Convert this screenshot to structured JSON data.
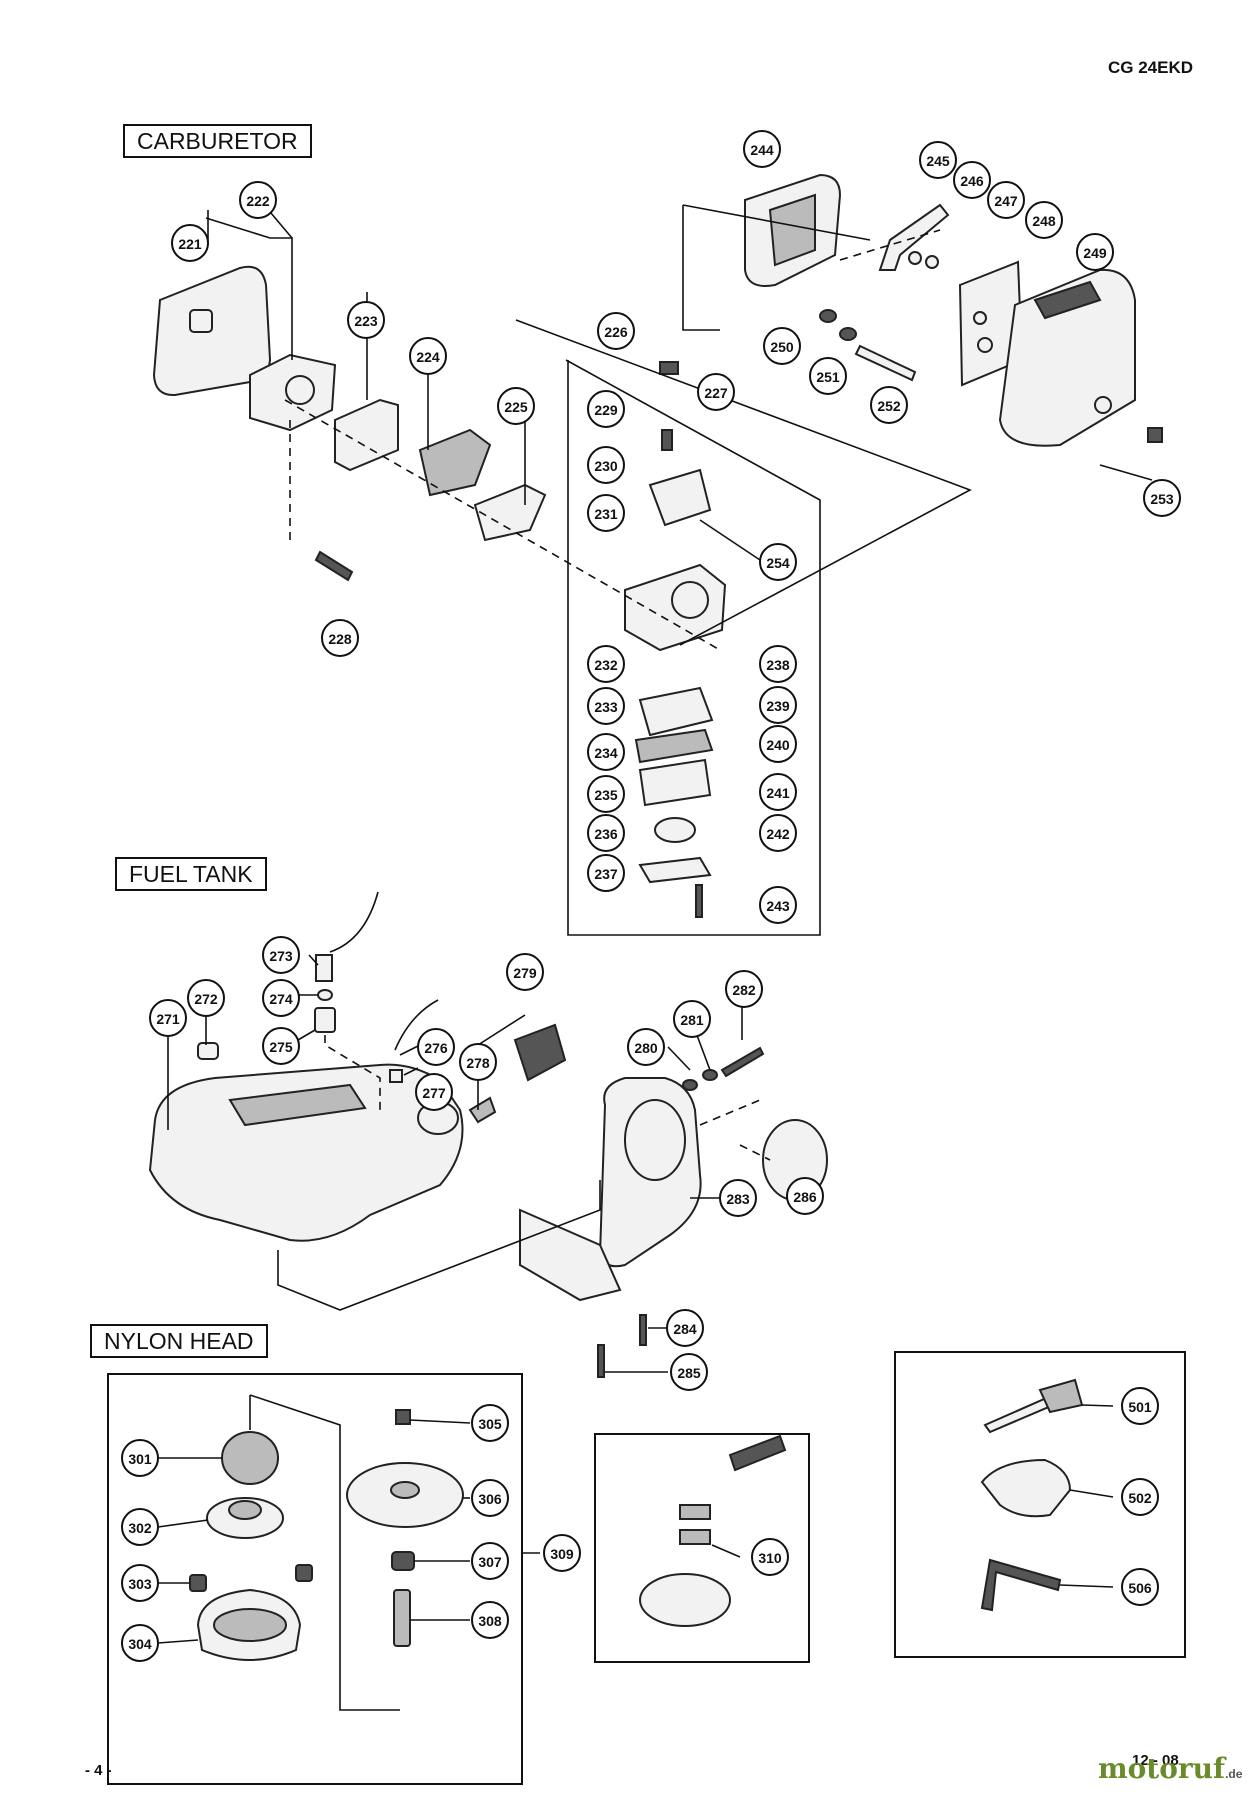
{
  "header": {
    "model": "CG 24EKD"
  },
  "sections": {
    "carburetor": "CARBURETOR",
    "fuel_tank": "FUEL TANK",
    "nylon_head": "NYLON HEAD"
  },
  "footer": {
    "page": "- 4 -",
    "date": "12 - 08",
    "brand": "motoruf",
    "brand_suffix": ".de"
  },
  "callouts": [
    "221",
    "222",
    "223",
    "224",
    "225",
    "226",
    "227",
    "228",
    "229",
    "230",
    "231",
    "232",
    "233",
    "234",
    "235",
    "236",
    "237",
    "238",
    "239",
    "240",
    "241",
    "242",
    "243",
    "244",
    "245",
    "246",
    "247",
    "248",
    "249",
    "250",
    "251",
    "252",
    "253",
    "254",
    "271",
    "272",
    "273",
    "274",
    "275",
    "276",
    "277",
    "278",
    "279",
    "280",
    "281",
    "282",
    "283",
    "284",
    "285",
    "286",
    "301",
    "302",
    "303",
    "304",
    "305",
    "306",
    "307",
    "308",
    "309",
    "310",
    "501",
    "502",
    "506"
  ]
}
